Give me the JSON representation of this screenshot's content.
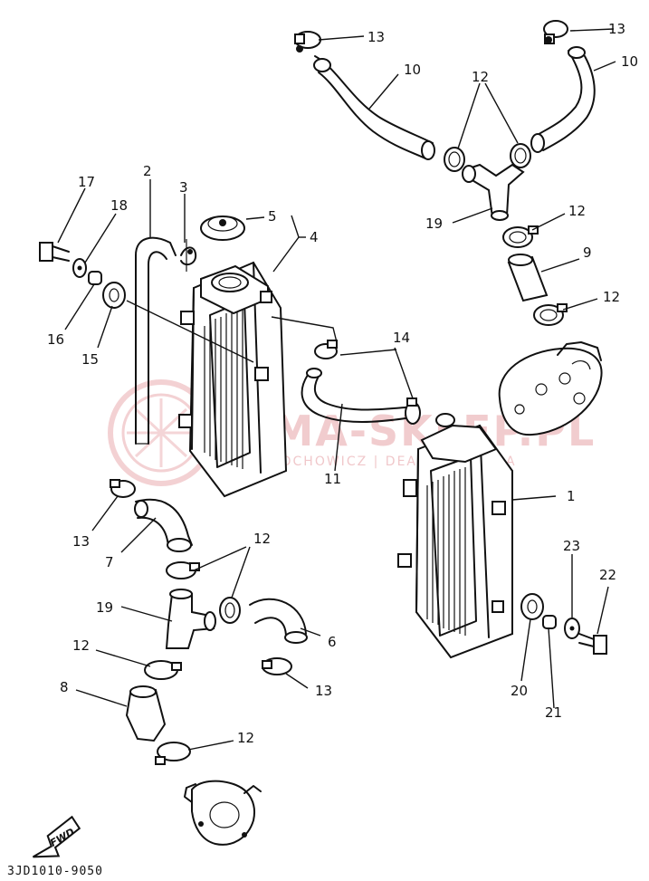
{
  "diagram": {
    "labels": {
      "n1": "1",
      "n2": "2",
      "n3": "3",
      "n4": "4",
      "n5": "5",
      "n6": "6",
      "n7": "7",
      "n8": "8",
      "n9": "9",
      "n10": "10",
      "n11": "11",
      "n12": "12",
      "n13": "13",
      "n14": "14",
      "n15": "15",
      "n16": "16",
      "n17": "17",
      "n18": "18",
      "n19": "19",
      "n20": "20",
      "n21": "21",
      "n22": "22",
      "n23": "23"
    },
    "footer_code": "3JD1010-9050",
    "fwd_arrow_label": "FWD",
    "watermark": {
      "main": "YAMA-SKLEP.PL",
      "sub": "PAWLOCHOWICZ | DEALER YAMAHA"
    },
    "colors": {
      "ink": "#111111",
      "watermark": "#e7a3a7"
    }
  }
}
